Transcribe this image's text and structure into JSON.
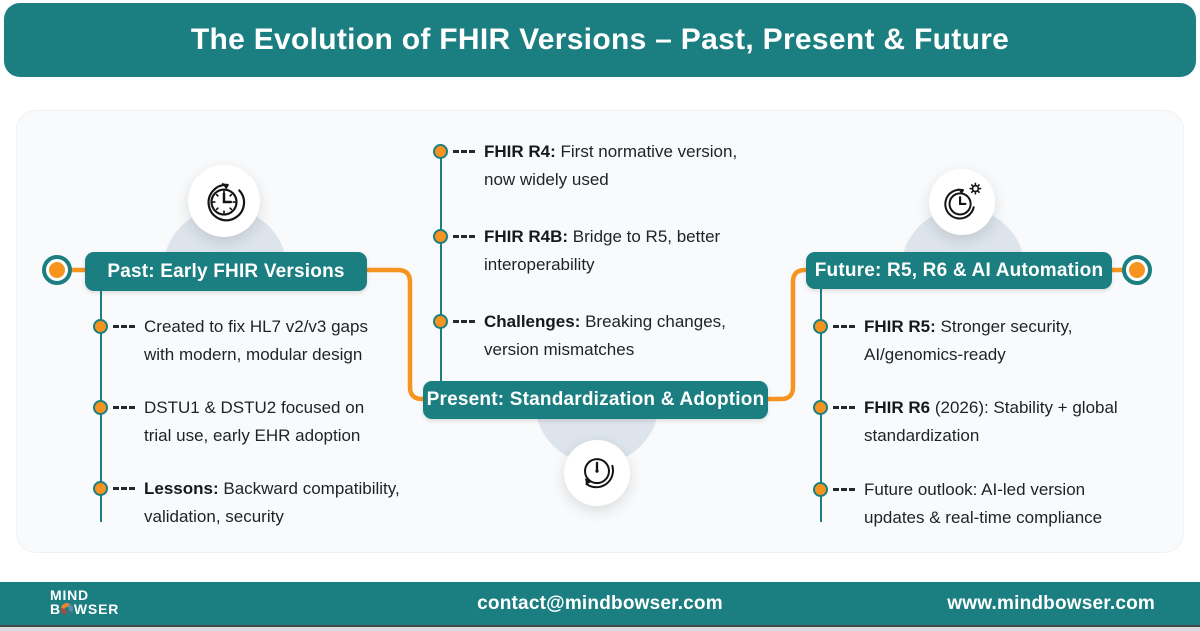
{
  "title": "The Evolution of FHIR Versions – Past, Present & Future",
  "brand_colors": {
    "teal": "#1B7E81",
    "orange": "#F6941F",
    "blob_gray": "#DDE4EB"
  },
  "icons": {
    "past": "rewind-clock-icon",
    "present": "history-clock-icon",
    "future": "automation-clock-gear-icon"
  },
  "sections": {
    "past": {
      "label": "Past: Early FHIR Versions",
      "items": [
        {
          "bold": "",
          "rest": "Created to fix HL7 v2/v3 gaps\nwith modern, modular design"
        },
        {
          "bold": "",
          "rest": "DSTU1 & DSTU2 focused on\ntrial use, early EHR adoption"
        },
        {
          "bold": "Lessons:",
          "rest": " Backward compatibility,\nvalidation, security"
        }
      ]
    },
    "present": {
      "label": "Present: Standardization & Adoption",
      "items": [
        {
          "bold": "FHIR R4:",
          "rest": " First normative version,\nnow widely used"
        },
        {
          "bold": "FHIR R4B:",
          "rest": " Bridge to R5, better\ninteroperability"
        },
        {
          "bold": "Challenges:",
          "rest": " Breaking changes,\nversion mismatches"
        }
      ]
    },
    "future": {
      "label": "Future: R5, R6 & AI Automation",
      "items": [
        {
          "bold": "FHIR R5:",
          "rest": " Stronger security,\nAI/genomics-ready"
        },
        {
          "bold": "FHIR R6",
          "rest": " (2026): Stability + global\nstandardization"
        },
        {
          "bold": "",
          "rest": "Future outlook: AI-led version\nupdates & real-time compliance"
        }
      ]
    }
  },
  "footer": {
    "logo_top": "MIND",
    "logo_bottom_left": "B",
    "logo_bottom_right": "WSER",
    "email": "contact@mindbowser.com",
    "website": "www.mindbowser.com"
  }
}
